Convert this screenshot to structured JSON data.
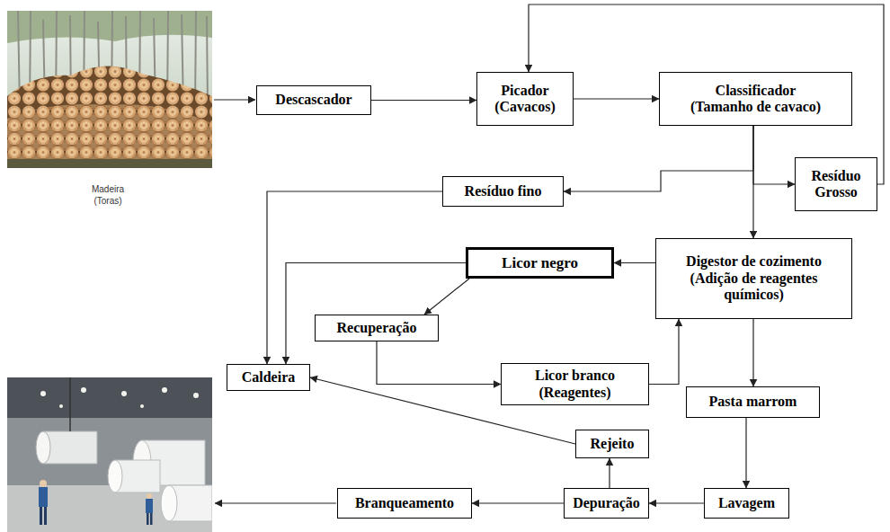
{
  "diagram": {
    "nodes": [
      {
        "text": [
          "Descascador"
        ]
      },
      {
        "text": [
          "Picador (Cavacos)"
        ]
      },
      {
        "text": [
          "Classificador (Tamanho de cavaco)"
        ]
      },
      {
        "text": [
          "Resíduo fino"
        ]
      },
      {
        "text": [
          "Resíduo Grosso"
        ]
      },
      {
        "text": [
          "Licor negro"
        ]
      },
      {
        "text": [
          "Digestor de cozimento (Adição de reagentes químicos)"
        ]
      },
      {
        "text": [
          "Recuperação"
        ]
      },
      {
        "text": [
          "Caldeira"
        ]
      },
      {
        "text": [
          "Licor branco (Reagentes)"
        ]
      },
      {
        "text": [
          "Pasta marrom"
        ]
      },
      {
        "text": [
          "Rejeito"
        ]
      },
      {
        "text": [
          "Branqueamento"
        ]
      },
      {
        "text": [
          "Depuração"
        ]
      },
      {
        "text": [
          "Lavagem"
        ]
      }
    ],
    "edges": [
      {
        "from": 0,
        "to": 1,
        "arrow": "to"
      },
      {
        "from": 1,
        "to": 2,
        "arrow": "to"
      },
      {
        "from": 2,
        "to": 3,
        "arrow": "to"
      },
      {
        "from": 2,
        "to": 4,
        "arrow": "to"
      },
      {
        "from": 2,
        "to": 6,
        "arrow": "to"
      },
      {
        "from": 4,
        "to": 1,
        "arrow": "to"
      },
      {
        "from": 3,
        "to": 8,
        "arrow": "to"
      },
      {
        "from": 6,
        "to": 5,
        "arrow": "to"
      },
      {
        "from": 5,
        "to": 8,
        "arrow": "to"
      },
      {
        "from": 5,
        "to": 7,
        "arrow": "to"
      },
      {
        "from": 7,
        "to": 9,
        "arrow": "to"
      },
      {
        "from": 9,
        "to": 6,
        "arrow": "to"
      },
      {
        "from": 6,
        "to": 10,
        "arrow": "to"
      },
      {
        "from": 10,
        "to": 14,
        "arrow": "to"
      },
      {
        "from": 14,
        "to": 13,
        "arrow": "to"
      },
      {
        "from": 13,
        "to": 11,
        "arrow": "to"
      },
      {
        "from": 11,
        "to": 8,
        "arrow": "to"
      },
      {
        "from": 13,
        "to": 12,
        "arrow": "to"
      }
    ],
    "labels": [
      "Madeira (Toras)"
    ]
  }
}
